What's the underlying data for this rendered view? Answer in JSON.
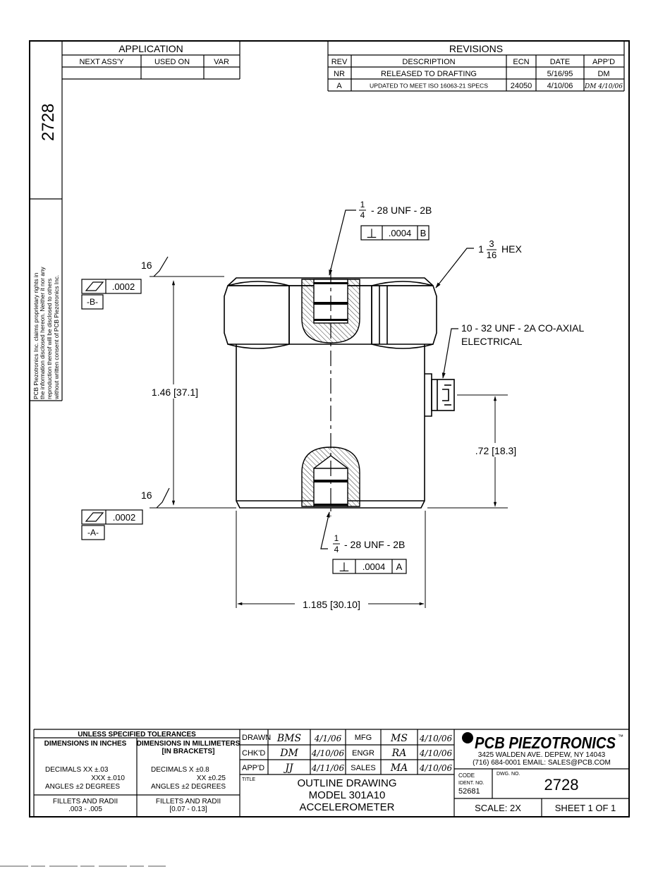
{
  "drawing_number_side": "2728",
  "proprietary_notice": [
    "PCB Piezotronics Inc. claims proprietary rights in",
    "the information disclosed hereon. Neither it nor any",
    "reproduction thereof will be disclosed to others",
    "without written consent of PCB Piezotronics Inc."
  ],
  "application": {
    "title": "APPLICATION",
    "headers": [
      "NEXT ASS'Y",
      "USED ON",
      "VAR"
    ]
  },
  "revisions": {
    "title": "REVISIONS",
    "headers": [
      "REV",
      "DESCRIPTION",
      "ECN",
      "DATE",
      "APP'D"
    ],
    "rows": [
      {
        "rev": "NR",
        "description": "RELEASED TO DRAFTING",
        "ecn": "",
        "date": "5/16/95",
        "appd": "DM"
      },
      {
        "rev": "A",
        "description": "UPDATED TO MEET ISO 16063-21 SPECS",
        "ecn": "24050",
        "date": "4/10/06",
        "appd": "DM 4/10/06"
      }
    ]
  },
  "callouts": {
    "top_thread": "- 28 UNF - 2B",
    "top_frac_num": "1",
    "top_frac_den": "4",
    "top_tol_symbol": "⊥",
    "top_tol_value": ".0004",
    "top_tol_datum": "B",
    "hex_whole": "1",
    "hex_frac_num": "3",
    "hex_frac_den": "16",
    "hex_label": "HEX",
    "connector_line1": "10 - 32 UNF - 2A CO-AXIAL",
    "connector_line2": "ELECTRICAL",
    "bottom_thread": "- 28 UNF - 2B",
    "bottom_frac_num": "1",
    "bottom_frac_den": "4",
    "bottom_tol_symbol": "⊥",
    "bottom_tol_value": ".0004",
    "bottom_tol_datum": "A",
    "finish_top": "16",
    "finish_bottom": "16",
    "flat_top_value": ".0002",
    "datum_b": "-B-",
    "flat_bottom_value": ".0002",
    "datum_a": "-A-",
    "dim_height": "1.46 [37.1]",
    "dim_connector": ".72 [18.3]",
    "dim_width": "1.185 [30.10]"
  },
  "tolerances": {
    "title": "UNLESS SPECIFIED TOLERANCES",
    "inch_header": "DIMENSIONS IN INCHES",
    "mm_header_1": "DIMENSIONS IN MILLIMETERS",
    "mm_header_2": "[IN BRACKETS]",
    "inch_decimals_1": "DECIMALS  XX ±.03",
    "inch_decimals_2": "XXX ±.010",
    "inch_angles": "ANGLES ±2 DEGREES",
    "mm_decimals_1": "DECIMALS  X ±0.8",
    "mm_decimals_2": "XX ±0.25",
    "mm_angles": "ANGLES ±2 DEGREES",
    "inch_fillets_1": "FILLETS AND RADII",
    "inch_fillets_2": ".003 - .005",
    "mm_fillets_1": "FILLETS AND RADII",
    "mm_fillets_2": "[0.07 - 0.13]"
  },
  "approvals": {
    "drawn_label": "DRAWN",
    "drawn_sig": "BMS",
    "drawn_date": "4/1/06",
    "chkd_label": "CHK'D",
    "chkd_sig": "DM",
    "chkd_date": "4/10/06",
    "appd_label": "APP'D",
    "appd_sig": "JJ",
    "appd_date": "4/11/06",
    "mfg_label": "MFG",
    "mfg_sig": "MS",
    "mfg_date": "4/10/06",
    "engr_label": "ENGR",
    "engr_sig": "RA",
    "engr_date": "4/10/06",
    "sales_label": "SALES",
    "sales_sig": "MA",
    "sales_date": "4/10/06"
  },
  "title_block": {
    "title_label": "TITLE",
    "title_line1": "OUTLINE  DRAWING",
    "title_line2": "MODEL  301A10",
    "title_line3": "ACCELEROMETER",
    "company": "PCB PIEZOTRONICS",
    "tm": "™",
    "address1": "3425  WALDEN  AVE.  DEPEW,  NY  14043",
    "address2": "(716)  684-0001  EMAIL:  SALES@PCB.COM",
    "code_label_1": "CODE",
    "code_label_2": "IDENT. NO.",
    "code_value": "52681",
    "dwg_label": "DWG. NO.",
    "dwg_value": "2728",
    "scale": "SCALE:   2X",
    "sheet": "SHEET  1  OF  1"
  }
}
